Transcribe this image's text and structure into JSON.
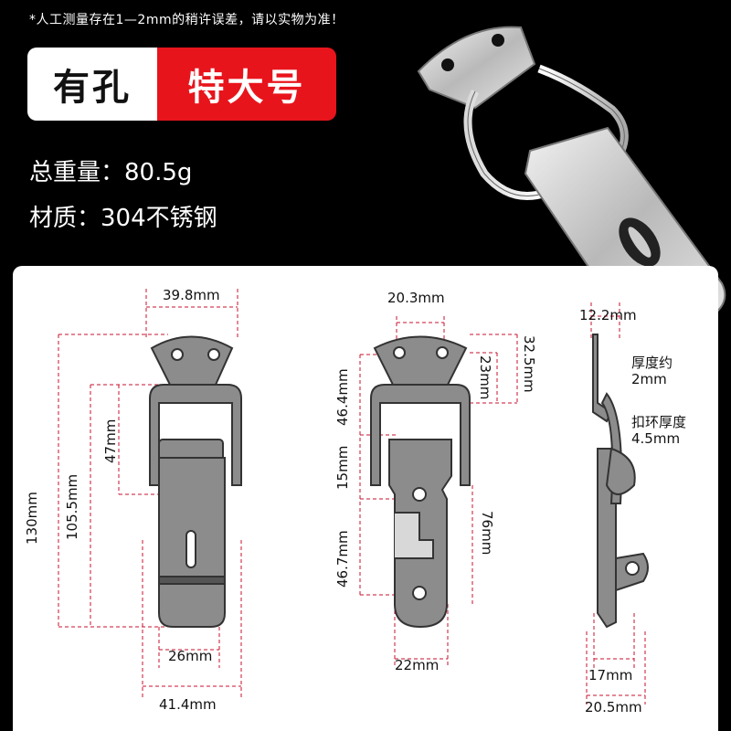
{
  "note": "*人工测量存在1—2mm的稍许误差，请以实物为准！",
  "badge": {
    "left": "有孔",
    "right": "特大号"
  },
  "specs": {
    "weight": "总重量：80.5g",
    "material": "材质：304不锈钢"
  },
  "dimensions": {
    "front": {
      "top_width": "39.8mm",
      "height_total": "130mm",
      "height_plate": "105.5mm",
      "upper": "47mm",
      "plate_width": "26mm",
      "base_width": "41.4mm"
    },
    "back": {
      "hole_spacing": "20.3mm",
      "right_top": "32.5mm",
      "right_small": "23mm",
      "left_upper": "46.4mm",
      "left_mid": "15mm",
      "left_lower": "46.7mm",
      "right_lower": "76mm",
      "bottom_width": "22mm"
    },
    "side": {
      "top": "12.2mm",
      "thickness": "厚度约",
      "thickness_val": "2mm",
      "ring_thickness": "扣环厚度",
      "ring_val": "4.5mm",
      "width_a": "17mm",
      "width_b": "20.5mm"
    }
  },
  "colors": {
    "accent_red": "#e8141c",
    "dim_line": "#c8102e",
    "steel": "#8c8c8c"
  }
}
